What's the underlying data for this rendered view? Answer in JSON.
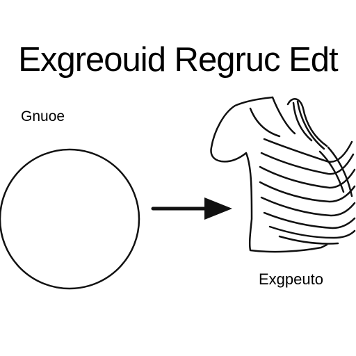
{
  "title": "Exgreouid Regruc Edt",
  "left_label": "Gnuoe",
  "right_label": "Exgpeuto",
  "colors": {
    "ink": "#111111",
    "background": "#ffffff"
  },
  "icons": {
    "arrow": "arrow-right-icon",
    "shape_left": "circle-shape",
    "shape_right": "shirt-drape-drawing"
  }
}
